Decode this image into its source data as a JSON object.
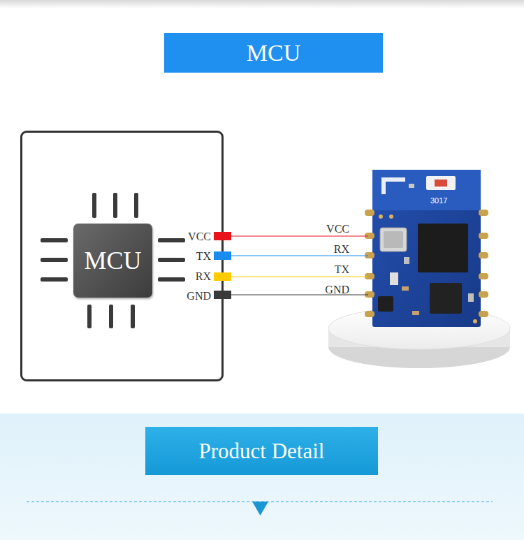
{
  "diagram": {
    "title": "MCU",
    "nodes": [
      {
        "text": [
          "VCC",
          "TX",
          "RX",
          "GND"
        ]
      },
      {
        "text": [
          "MCU"
        ],
        "in": 0
      },
      {
        "text": [
          "3017"
        ]
      },
      {
        "text": [
          "Product Detail"
        ]
      }
    ],
    "edges": [
      {
        "from": 0,
        "to": 2,
        "arrow": "none",
        "label": "VCC"
      },
      {
        "from": 0,
        "to": 2,
        "arrow": "none",
        "label": "RX"
      },
      {
        "from": 0,
        "to": 2,
        "arrow": "none",
        "label": "TX"
      },
      {
        "from": 0,
        "to": 2,
        "arrow": "none",
        "label": "GND"
      }
    ]
  }
}
